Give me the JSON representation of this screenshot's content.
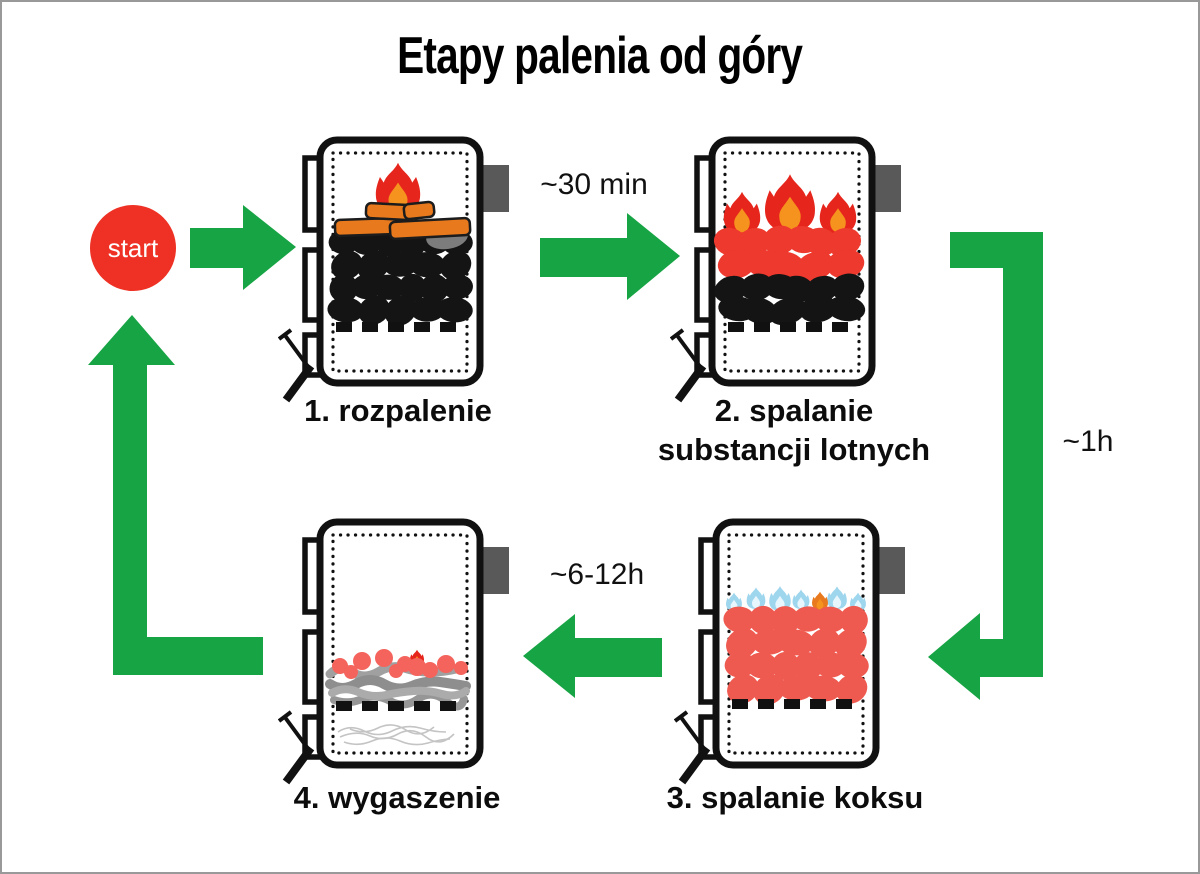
{
  "title": "Etapy palenia od góry",
  "start": {
    "label": "start"
  },
  "stages": [
    {
      "label": "1. rozpalenie",
      "icon": "stove-kindling-fire-icon"
    },
    {
      "label": "2. spalanie",
      "label_line2": "substancji lotnych",
      "icon": "stove-flames-over-coal-icon"
    },
    {
      "label": "3. spalanie koksu",
      "icon": "stove-glowing-coke-icon"
    },
    {
      "label": "4. wygaszenie",
      "icon": "stove-ash-embers-icon"
    }
  ],
  "durations": {
    "t12": "~30 min",
    "t23": "~1h",
    "t34": "~6-12h"
  },
  "colors": {
    "arrow_green": "#16a444",
    "start_red": "#ee3124",
    "outline": "#111111",
    "coal_black": "#141414",
    "volatile_coal_red": "#ee392e",
    "coke_red": "#ef5a50",
    "ember_red": "#f4635c",
    "flame_red": "#e6261c",
    "flame_orange": "#f6921e",
    "blue_flame": "#9ed6ee",
    "blue_flame_core": "#e7f5fc",
    "wood_orange": "#e8791d",
    "chimney_gray": "#595959",
    "stone_gray": "#7c7c7c",
    "ash_gray": "#9a9a9a",
    "frame_gray": "#999999"
  }
}
